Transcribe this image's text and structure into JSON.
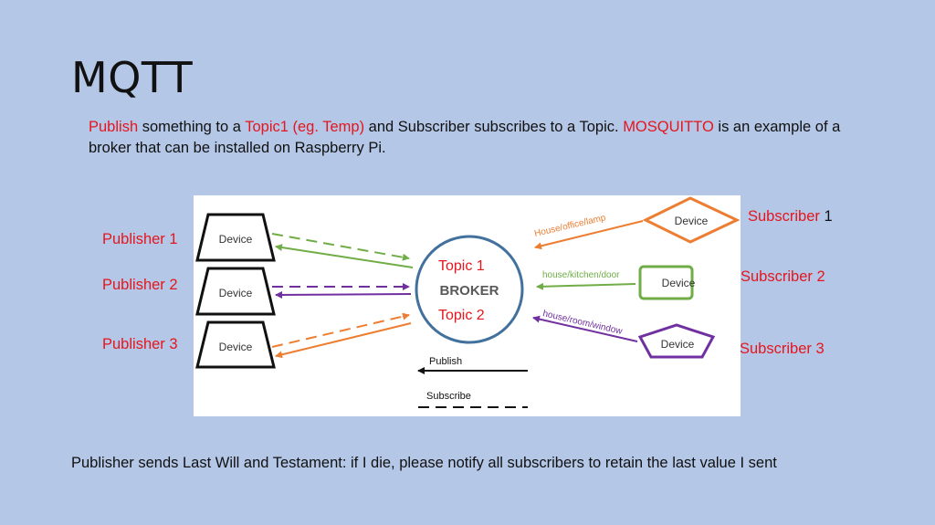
{
  "slide": {
    "title": "MQTT",
    "description": {
      "publish": "Publish",
      "part1": " something to a ",
      "topic": "Topic1 (eg. Temp)",
      "part2": " and Subscriber subscribes to a Topic. ",
      "mosquitto": "MOSQUITTO",
      "part3": " is an example of a broker that can be installed on Raspberry Pi."
    },
    "footer": "Publisher sends Last Will and Testament: if I die, please notify all subscribers to retain the last value I sent"
  },
  "publishers": [
    {
      "label": "Publisher 1",
      "device": "Device"
    },
    {
      "label": "Publisher 2",
      "device": "Device"
    },
    {
      "label": "Publisher 3",
      "device": "Device"
    }
  ],
  "subscribers": [
    {
      "label": "Subscriber",
      "number": " 1",
      "device": "Device",
      "topic": "House/office/lamp"
    },
    {
      "label": "Subscriber 2",
      "number": "",
      "device": "Device",
      "topic": "house/kitchen/door"
    },
    {
      "label": "Subscriber 3",
      "number": "",
      "device": "Device",
      "topic": "house/room/window"
    }
  ],
  "broker": {
    "label": "BROKER",
    "topic1": "Topic 1",
    "topic2": "Topic 2"
  },
  "legend": {
    "publish": "Publish",
    "subscribe": "Subscribe"
  },
  "colors": {
    "background": "#b4c7e7",
    "accent_red": "#e5161d",
    "green": "#70ad47",
    "purple": "#7030a0",
    "orange": "#ed7d31",
    "broker_blue": "#41719c"
  }
}
